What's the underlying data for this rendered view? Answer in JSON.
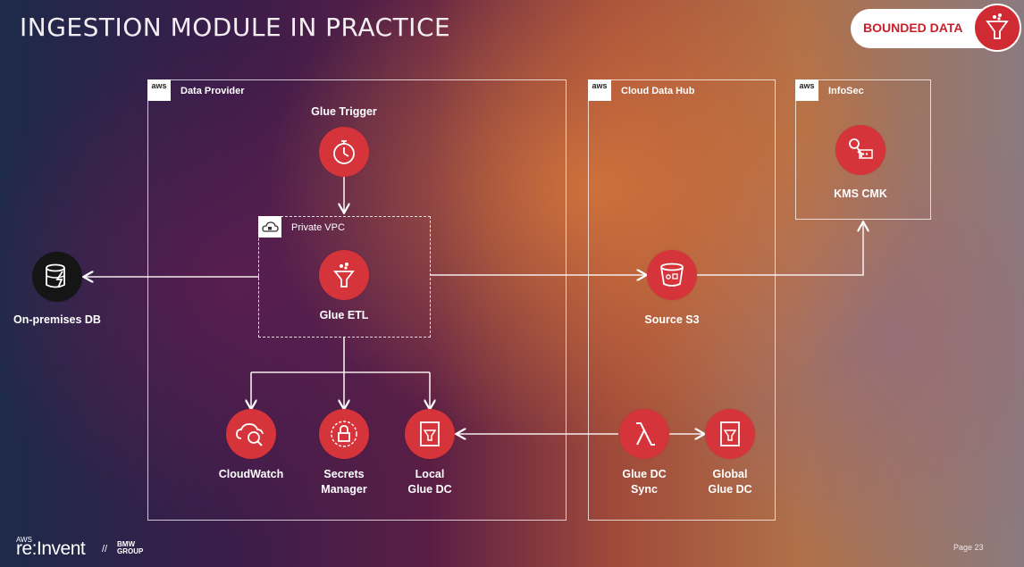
{
  "slide": {
    "title": "INGESTION MODULE IN PRACTICE",
    "badge": "BOUNDED DATA",
    "page": "Page 23"
  },
  "footer": {
    "aws_small": "AWS",
    "reinvent": "re:Invent",
    "separator": "//",
    "bmw_line1": "BMW",
    "bmw_line2": "GROUP"
  },
  "groups": {
    "data_provider": "Data Provider",
    "cloud_data_hub": "Cloud Data Hub",
    "infosec": "InfoSec",
    "private_vpc": "Private VPC",
    "aws_tag": "aws"
  },
  "nodes": {
    "glue_trigger": "Glue Trigger",
    "glue_etl": "Glue ETL",
    "onprem_db": "On-premises DB",
    "cloudwatch": "CloudWatch",
    "secrets_manager": "Secrets\nManager",
    "local_glue_dc": "Local\nGlue DC",
    "source_s3": "Source S3",
    "glue_dc_sync": "Glue DC\nSync",
    "global_glue_dc": "Global\nGlue DC",
    "kms_cmk": "KMS CMK"
  },
  "colors": {
    "node_red": "#d4343a",
    "badge_red": "#c8202a"
  }
}
